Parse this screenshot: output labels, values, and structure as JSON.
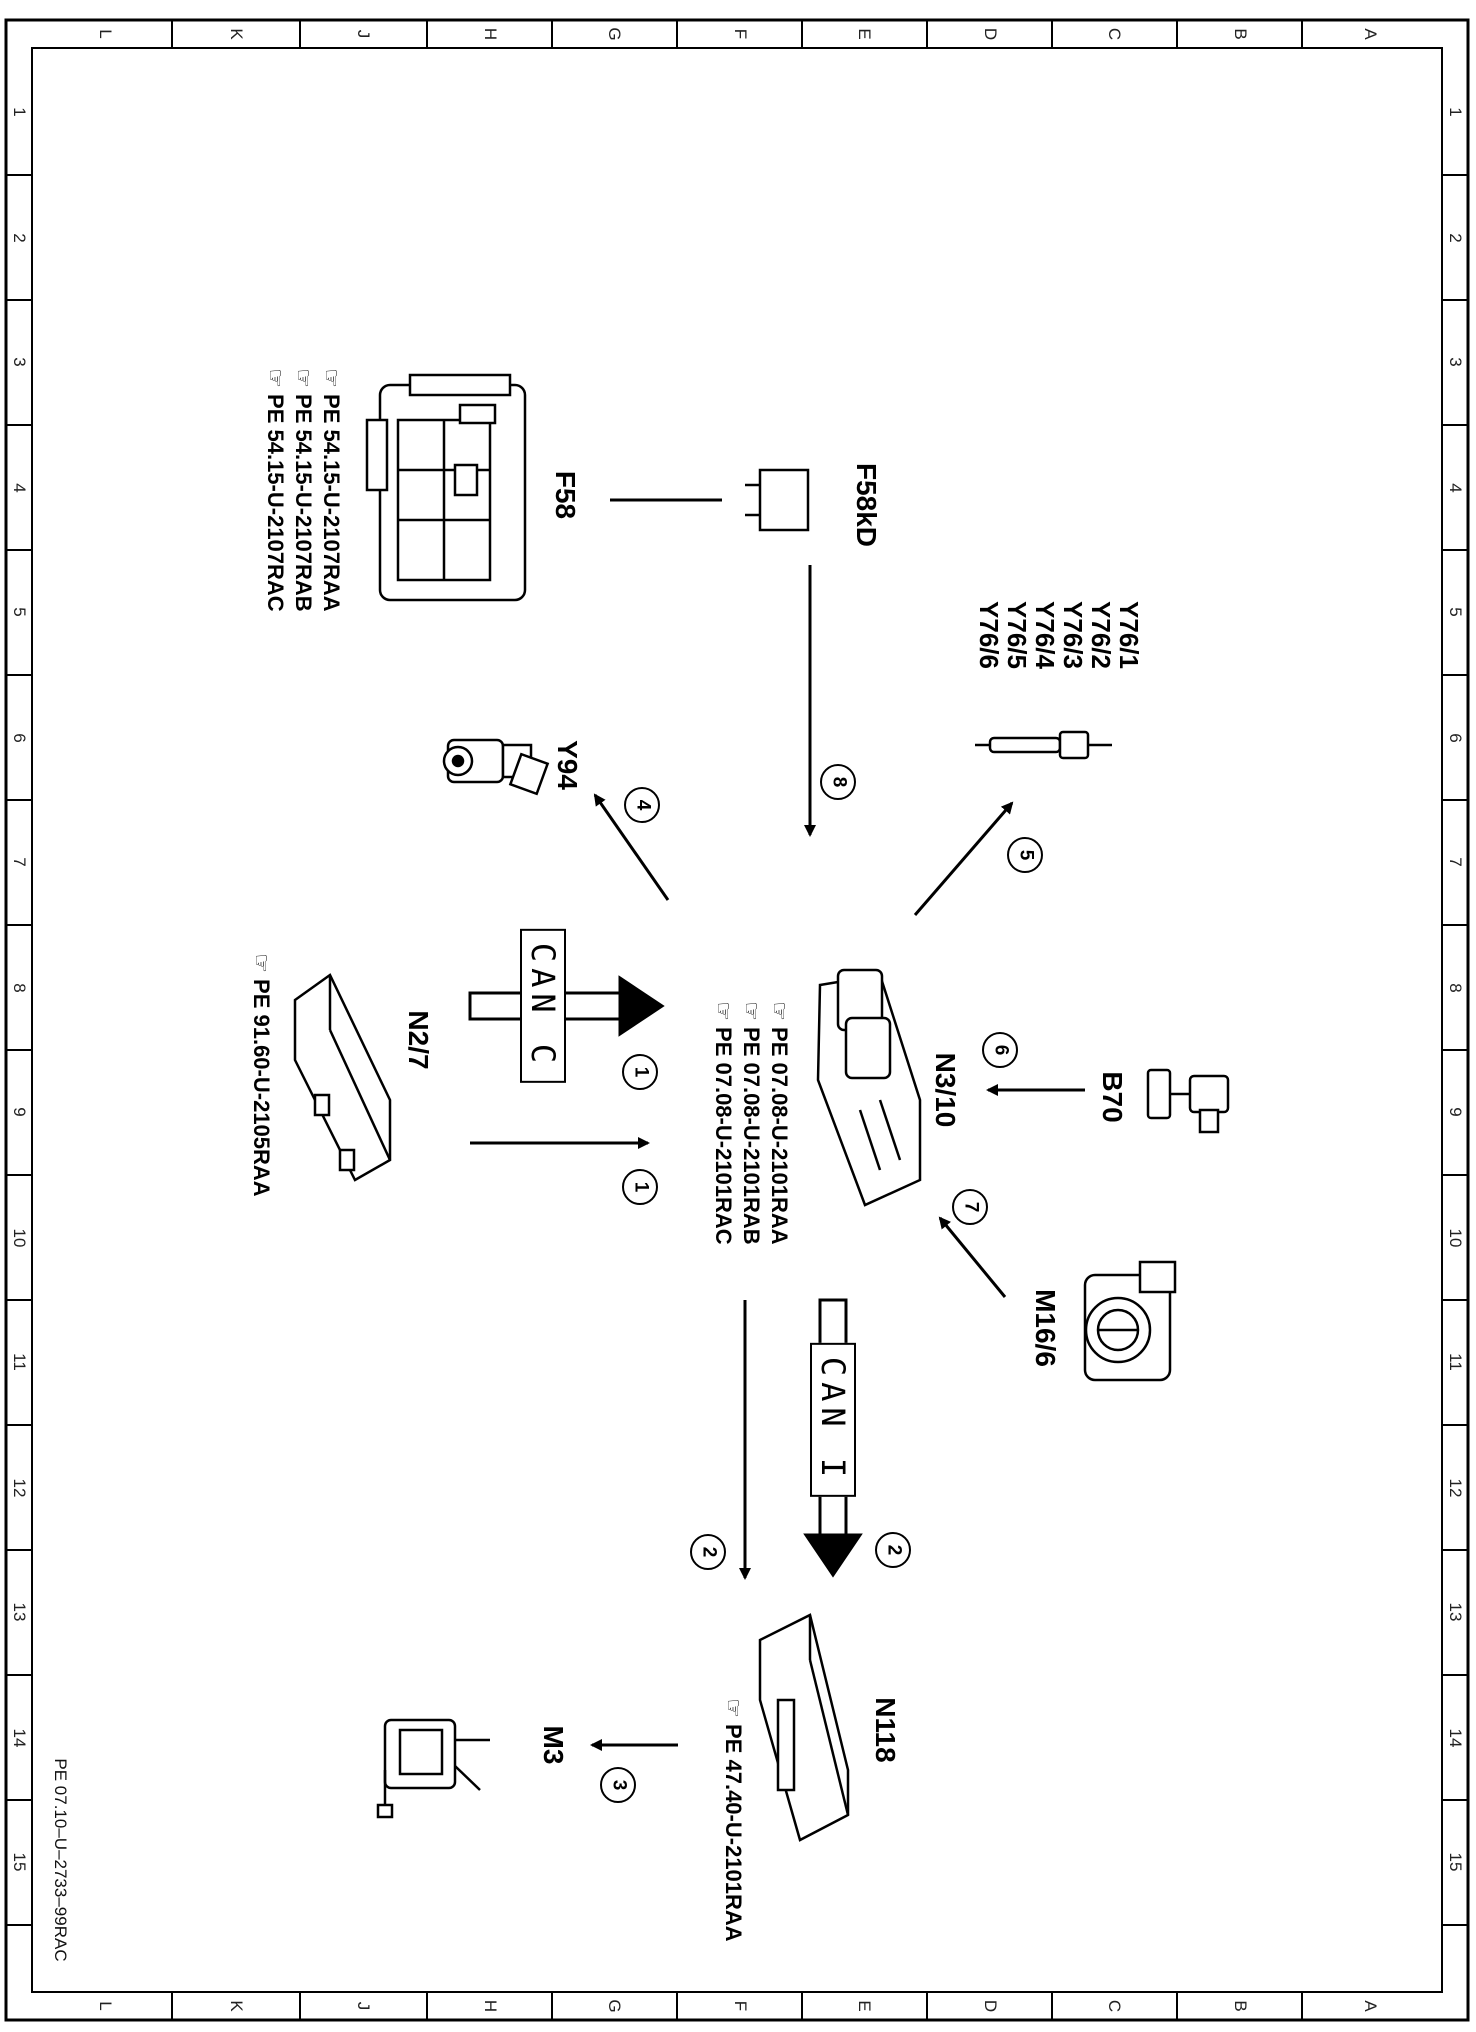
{
  "frame": {
    "rows": [
      "1",
      "2",
      "3",
      "4",
      "5",
      "6",
      "7",
      "8",
      "9",
      "10",
      "11",
      "12",
      "13",
      "14",
      "15"
    ],
    "cols": [
      "L",
      "K",
      "J",
      "H",
      "G",
      "F",
      "E",
      "D",
      "C",
      "B",
      "A"
    ]
  },
  "components": {
    "f58": {
      "label": "F58",
      "refs": [
        "PE  54.15-U-2107RAA",
        "PE  54.15-U-2107RAB",
        "PE  54.15-U-2107RAC"
      ]
    },
    "f58kd": {
      "label": "F58kD"
    },
    "y76": {
      "labels": [
        "Y76/1",
        "Y76/2",
        "Y76/3",
        "Y76/4",
        "Y76/5",
        "Y76/6"
      ]
    },
    "y94": {
      "label": "Y94"
    },
    "n27": {
      "label": "N2/7",
      "refs": [
        "PE  91.60-U-2105RAA"
      ]
    },
    "n310": {
      "label": "N3/10",
      "refs": [
        "PE  07.08-U-2101RAA",
        "PE  07.08-U-2101RAB",
        "PE  07.08-U-2101RAC"
      ]
    },
    "b70": {
      "label": "B70"
    },
    "m166": {
      "label": "M16/6"
    },
    "n118": {
      "label": "N118",
      "refs": [
        "PE  47.40-U-2101RAA"
      ]
    },
    "m3": {
      "label": "M3"
    }
  },
  "buses": {
    "can_c": "CAN C",
    "can_i": "CAN I"
  },
  "signals": {
    "s1": "1",
    "s2": "2",
    "s3": "3",
    "s4": "4",
    "s5": "5",
    "s6": "6",
    "s7": "7",
    "s8": "8"
  },
  "doc_id": "PE 07.10–U–2733–99RAC",
  "ref_icon": "pointing-hand-icon"
}
